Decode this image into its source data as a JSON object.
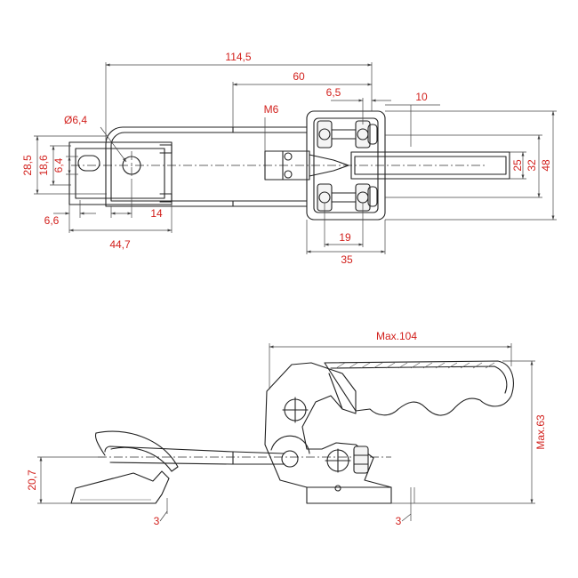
{
  "colors": {
    "dimension_text": "#d2201c",
    "line": "#222222"
  },
  "top_view": {
    "overall_length": "114,5",
    "handle_span": "60",
    "nut_offset": "6,5",
    "end_width": "10",
    "thread": "M6",
    "hole_diameter": "Ø6,4",
    "width_outer": "28,5",
    "width_mid": "18,6",
    "slot_width": "6,4",
    "edge_offset": "6,6",
    "eye_length": "14",
    "eye_to_hook": "44,7",
    "base_holes": "19",
    "base_width": "35",
    "handle_inner": "25",
    "handle_mid": "32",
    "handle_outer": "48"
  },
  "side_view": {
    "max_length": "Max.104",
    "max_height": "Max.63",
    "hook_height": "20,7",
    "hook_gap": "3",
    "base_gap": "3"
  }
}
